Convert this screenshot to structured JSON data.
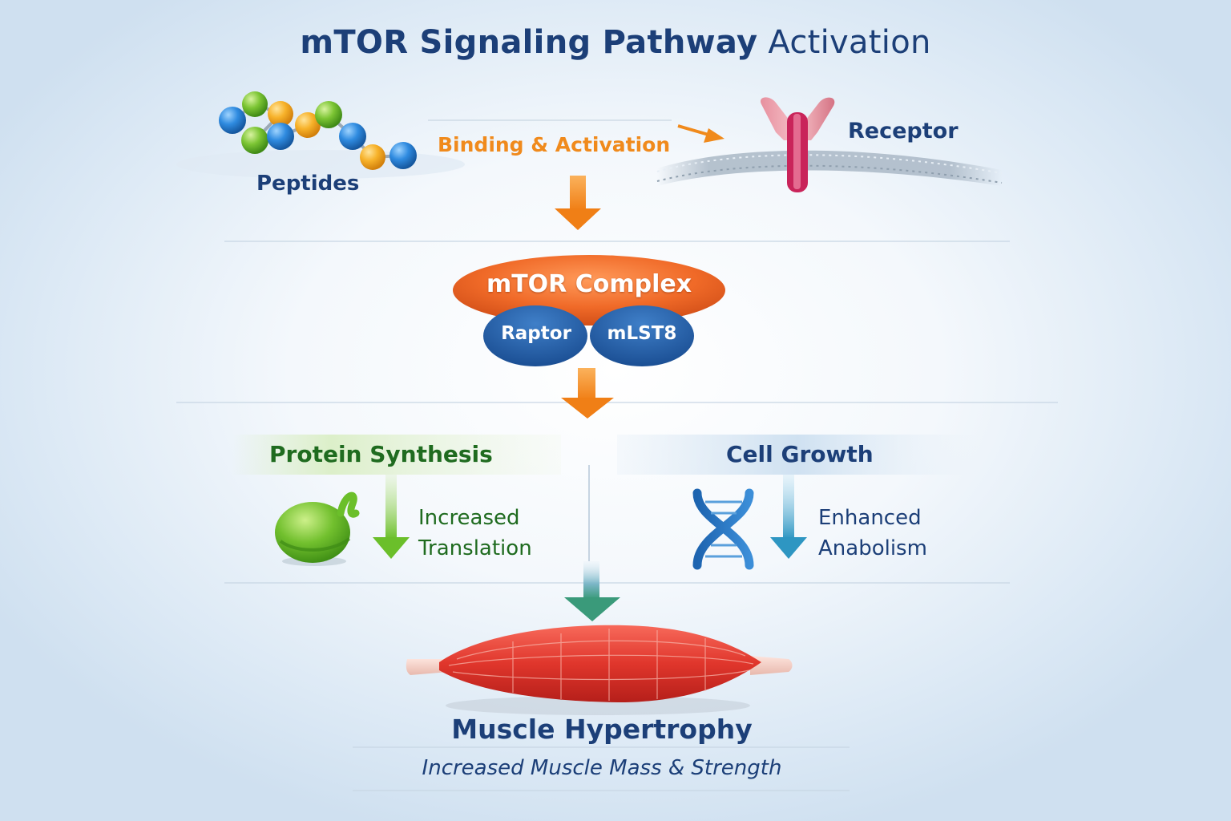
{
  "title": {
    "bold": "mTOR Signaling Pathway",
    "regular": "Activation"
  },
  "nodes": {
    "peptides": "Peptides",
    "binding": "Binding & Activation",
    "receptor": "Receptor",
    "mtor_complex": "mTOR Complex",
    "raptor": "Raptor",
    "mlst8": "mLST8",
    "protein_synthesis": "Protein Synthesis",
    "increased_translation": [
      "Increased",
      "Translation"
    ],
    "cell_growth": "Cell Growth",
    "enhanced_anabolism": [
      "Enhanced",
      "Anabolism"
    ],
    "muscle_hypertrophy": "Muscle Hypertrophy",
    "result": "Increased Muscle Mass & Strength"
  },
  "colors": {
    "title": "#1c3f78",
    "orange_arrow": "#f08a1c",
    "mtor_complex": "#f06a28",
    "raptor_mlst8": "#245ea8",
    "protein_green": "#1f6b1f",
    "green_arrow": "#6bbf2a",
    "blue_arrow": "#3aa0c8",
    "muscle_red": "#e0362c"
  },
  "icons": [
    "peptide-chain-icon",
    "receptor-icon",
    "ribosome-icon",
    "dna-icon",
    "muscle-icon"
  ]
}
